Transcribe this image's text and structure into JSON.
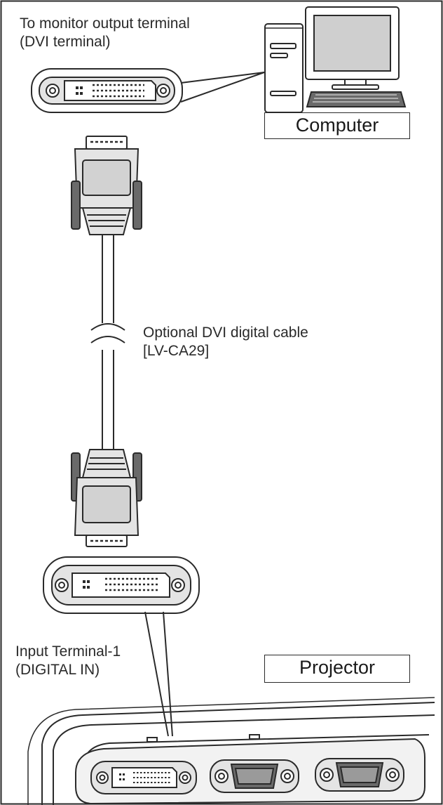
{
  "labels": {
    "monitor_terminal_line1": "To monitor output terminal",
    "monitor_terminal_line2": "(DVI terminal)",
    "computer": "Computer",
    "cable_line1": "Optional DVI digital cable",
    "cable_line2": "[LV-CA29]",
    "input_terminal_line1": "Input Terminal-1",
    "input_terminal_line2": "(DIGITAL IN)",
    "projector": "Projector"
  },
  "colors": {
    "line": "#2a2a2a",
    "connector_fill": "#e4e4e4",
    "screen_fill": "#cfcfcf",
    "dark_fill": "#6a6a6a"
  }
}
